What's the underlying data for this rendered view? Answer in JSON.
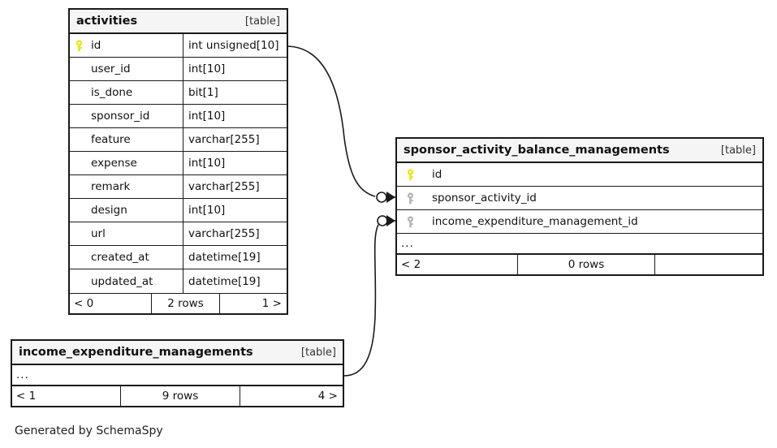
{
  "diagram": {
    "caption": "Generated by SchemaSpy",
    "table_tag": "[table]",
    "ellipsis": "...",
    "colors": {
      "primary_key": "#e8e800",
      "foreign_key": "#b4b4b4",
      "border": "#1a1a1a",
      "header_bg": "#f5f5f5",
      "background": "#ffffff"
    }
  },
  "tables": {
    "activities": {
      "name": "activities",
      "tag": "[table]",
      "columns": [
        {
          "key": "primary-key",
          "name": "id",
          "type": "int unsigned[10]"
        },
        {
          "key": "none",
          "name": "user_id",
          "type": "int[10]"
        },
        {
          "key": "none",
          "name": "is_done",
          "type": "bit[1]"
        },
        {
          "key": "none",
          "name": "sponsor_id",
          "type": "int[10]"
        },
        {
          "key": "none",
          "name": "feature",
          "type": "varchar[255]"
        },
        {
          "key": "none",
          "name": "expense",
          "type": "int[10]"
        },
        {
          "key": "none",
          "name": "remark",
          "type": "varchar[255]"
        },
        {
          "key": "none",
          "name": "design",
          "type": "int[10]"
        },
        {
          "key": "none",
          "name": "url",
          "type": "varchar[255]"
        },
        {
          "key": "none",
          "name": "created_at",
          "type": "datetime[19]"
        },
        {
          "key": "none",
          "name": "updated_at",
          "type": "datetime[19]"
        }
      ],
      "footer": {
        "left": "< 0",
        "middle": "2 rows",
        "right": "1 >"
      }
    },
    "sponsor_activity_balance_managements": {
      "name": "sponsor_activity_balance_managements",
      "tag": "[table]",
      "columns": [
        {
          "key": "primary-key",
          "name": "id",
          "type": ""
        },
        {
          "key": "foreign-key",
          "name": "sponsor_activity_id",
          "type": ""
        },
        {
          "key": "foreign-key",
          "name": "income_expenditure_management_id",
          "type": ""
        }
      ],
      "has_ellipsis_row": true,
      "footer": {
        "left": "< 2",
        "middle": "0 rows",
        "right": ""
      }
    },
    "income_expenditure_managements": {
      "name": "income_expenditure_managements",
      "tag": "[table]",
      "columns": [],
      "has_ellipsis_row": true,
      "footer": {
        "left": "< 1",
        "middle": "9 rows",
        "right": "4 >"
      }
    }
  },
  "relationships": [
    {
      "name": "activities-id-to-sponsor-activity-id",
      "from_table": "activities",
      "from_column": "id",
      "to_table": "sponsor_activity_balance_managements",
      "to_column": "sponsor_activity_id",
      "cardinality": "zero-or-many"
    },
    {
      "name": "income-expenditure-to-income-expenditure-management-id",
      "from_table": "income_expenditure_managements",
      "from_column": "...",
      "to_table": "sponsor_activity_balance_managements",
      "to_column": "income_expenditure_management_id",
      "cardinality": "zero-or-many"
    }
  ]
}
